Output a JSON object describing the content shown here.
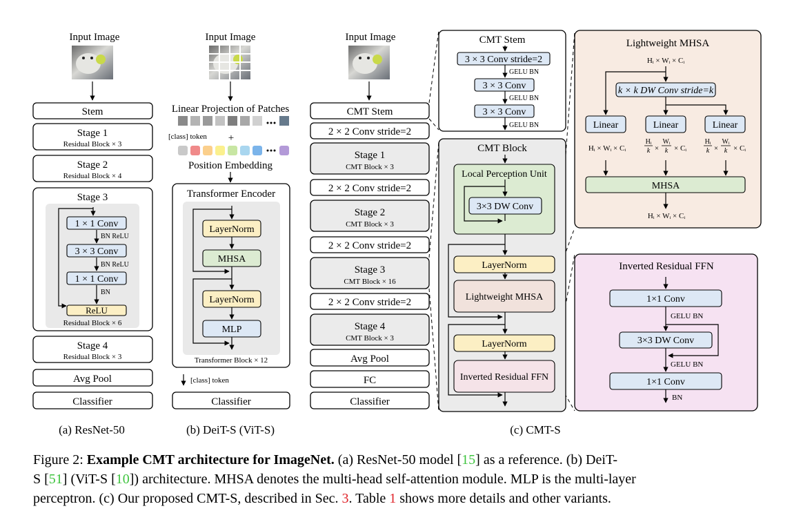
{
  "resnet": {
    "input_label": "Input Image",
    "stem": "Stem",
    "stage1": "Stage 1",
    "stage1_sub": "Residual Block × 3",
    "stage2": "Stage 2",
    "stage2_sub": "Residual Block × 4",
    "stage3": "Stage 3",
    "conv1": "1 × 1 Conv",
    "bn_relu_1": "BN ReLU",
    "conv3": "3 × 3 Conv",
    "bn_relu_2": "BN ReLU",
    "conv1b": "1 × 1 Conv",
    "bn": "BN",
    "relu": "ReLU",
    "stage3_sub": "Residual Block × 6",
    "stage4": "Stage 4",
    "stage4_sub": "Residual Block × 3",
    "avgpool": "Avg Pool",
    "classifier": "Classifier",
    "caption": "(a)  ResNet-50"
  },
  "deit": {
    "input_label": "Input Image",
    "linear_proj": "Linear Projection of Patches",
    "class_token": "[class] token",
    "plus": "+",
    "pos_embed": "Position Embedding",
    "encoder_title": "Transformer Encoder",
    "layernorm1": "LayerNorm",
    "mhsa": "MHSA",
    "layernorm2": "LayerNorm",
    "mlp": "MLP",
    "block_sub": "Transformer Block × 12",
    "class_token_out": "[class] token",
    "classifier": "Classifier",
    "caption": "(b)  DeiT-S (ViT-S)",
    "embed_colors": [
      "#c9c9c9",
      "#f08a8a",
      "#fbcf8c",
      "#fbf08e",
      "#c8e6a3",
      "#a9d6ef",
      "#7bb4ea",
      "#b39ad8"
    ]
  },
  "cmt": {
    "input_label": "Input Image",
    "stem": "CMT Stem",
    "down1": "2 × 2 Conv stride=2",
    "stage1": "Stage 1",
    "stage1_sub": "CMT Block × 3",
    "down2": "2 × 2 Conv stride=2",
    "stage2": "Stage 2",
    "stage2_sub": "CMT Block × 3",
    "down3": "2 × 2 Conv stride=2",
    "stage3": "Stage 3",
    "stage3_sub": "CMT Block × 16",
    "down4": "2 × 2 Conv stride=2",
    "stage4": "Stage 4",
    "stage4_sub": "CMT Block × 3",
    "avgpool": "Avg Pool",
    "fc": "FC",
    "classifier": "Classifier",
    "caption": "(c) CMT-S"
  },
  "cmt_stem_detail": {
    "title": "CMT Stem",
    "conv_stride": "3 × 3 Conv stride=2",
    "gelu1": "GELU BN",
    "conv2": "3 × 3 Conv",
    "gelu2": "GELU BN",
    "conv3": "3 × 3 Conv",
    "gelu3": "GELU BN"
  },
  "cmt_block_detail": {
    "title": "CMT Block",
    "lpu_title": "Local Perception Unit",
    "dwconv": "3×3 DW Conv",
    "layernorm1": "LayerNorm",
    "lmhsa": "Lightweight MHSA",
    "layernorm2": "LayerNorm",
    "irffn": "Inverted Residual FFN"
  },
  "lmhsa_detail": {
    "title": "Lightweight MHSA",
    "input_dims": "Hᵢ × Wᵢ × Cᵢ",
    "dwconv": "k × k DW Conv stride=k",
    "linear1": "Linear",
    "linear2": "Linear",
    "linear3": "Linear",
    "q_dims": "Hᵢ × Wᵢ × Cᵢ",
    "k_dims_h": "Hᵢ",
    "k_dims_k": "k",
    "k_dims_w": "Wᵢ",
    "k_dims_c": "× Cᵢ",
    "v_dims_h": "Hᵢ",
    "v_dims_k": "k",
    "v_dims_w": "Wᵢ",
    "v_dims_c": "× Cᵢ",
    "times": "×",
    "mhsa": "MHSA",
    "output_dims": "Hᵢ × Wᵢ × Cᵢ"
  },
  "irffn_detail": {
    "title": "Inverted Residual FFN",
    "conv1": "1×1 Conv",
    "gelu1": "GELU BN",
    "dwconv": "3×3 DW Conv",
    "gelu2": "GELU BN",
    "conv2": "1×1 Conv",
    "bn": "BN"
  },
  "figure_caption": {
    "label": "Figure 2:",
    "bold": "Example CMT architecture for ImageNet.",
    "p1": " (a) ResNet-50 model [",
    "ref15": "15",
    "p2": "] as a reference.  (b) DeiT-",
    "p3": "S [",
    "ref51": "51",
    "p4": "] (ViT-S [",
    "ref10": "10",
    "p5": "]) architecture. MHSA denotes the multi-head self-attention module. MLP is the multi-layer",
    "p6": "perceptron. (c) Our proposed CMT-S, described in Sec. ",
    "ref3": "3",
    "p7": ". Table ",
    "ref1": "1",
    "p8": " shows more details and other variants."
  }
}
